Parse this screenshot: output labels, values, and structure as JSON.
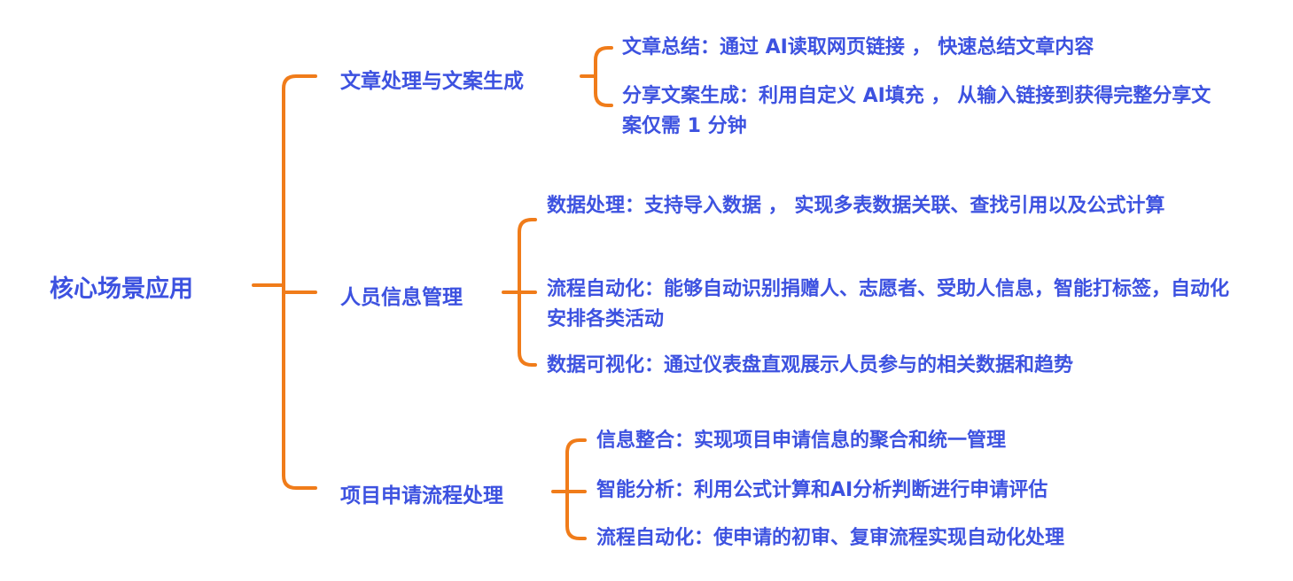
{
  "colors": {
    "text": "#3d52e0",
    "connector": "#f07c1a",
    "background": "#ffffff"
  },
  "root": {
    "label": "核心场景应用"
  },
  "branches": [
    {
      "label": "文章处理与文案生成",
      "items": [
        {
          "text": "文章总结：通过 AI读取网页链接 ， 快速总结文章内容"
        },
        {
          "text": "分享文案生成：利用自定义 AI填充 ， 从输入链接到获得完整分享文案仅需 1 分钟"
        }
      ]
    },
    {
      "label": "人员信息管理",
      "items": [
        {
          "text": "数据处理：支持导入数据 ， 实现多表数据关联、查找引用以及公式计算"
        },
        {
          "text": "流程自动化：能够自动识别捐赠人、志愿者、受助人信息，智能打标签，自动化安排各类活动"
        },
        {
          "text": "数据可视化：通过仪表盘直观展示人员参与的相关数据和趋势"
        }
      ]
    },
    {
      "label": "项目申请流程处理",
      "items": [
        {
          "text": "信息整合：实现项目申请信息的聚合和统一管理"
        },
        {
          "text": "智能分析：利用公式计算和AI分析判断进行申请评估"
        },
        {
          "text": "流程自动化：使申请的初审、复审流程实现自动化处理"
        }
      ]
    }
  ]
}
